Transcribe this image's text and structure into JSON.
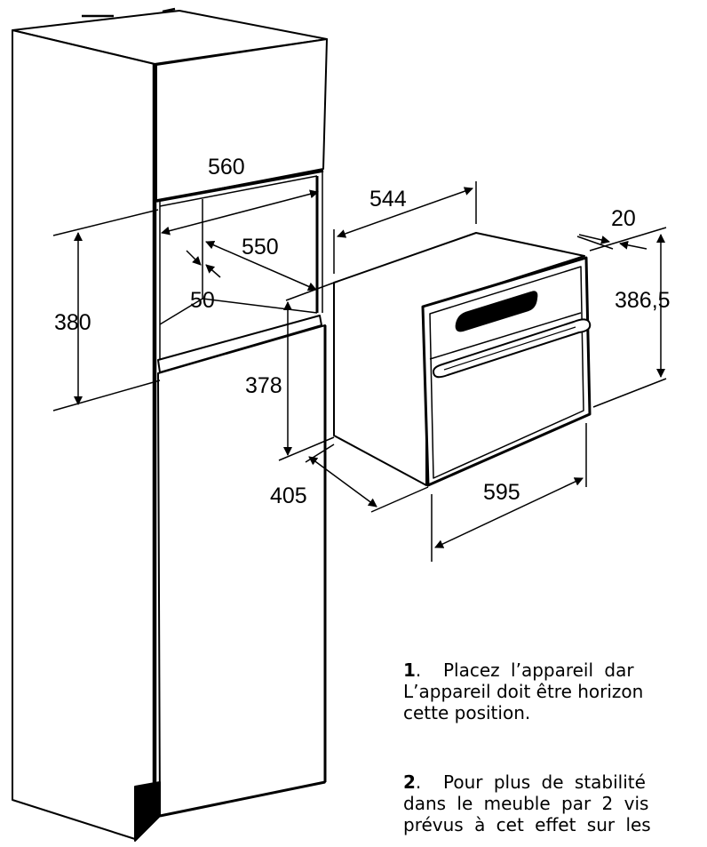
{
  "dimensions": {
    "cabinet_width": "560",
    "cabinet_depth": "550",
    "rear_gap": "50",
    "niche_height": "380",
    "oven_height": "378",
    "oven_depth": "544",
    "front_thickness": "20",
    "front_height": "386,5",
    "oven_side_depth": "405",
    "front_width": "595"
  },
  "instructions": [
    {
      "number": "1",
      "lines": [
        "Placez l’appareil dar",
        "L’appareil doit être horizon",
        "cette position."
      ]
    },
    {
      "number": "2",
      "lines": [
        "Pour plus de stabilité",
        "dans le meuble par 2 vis",
        "prévus à cet effet sur les"
      ]
    }
  ]
}
